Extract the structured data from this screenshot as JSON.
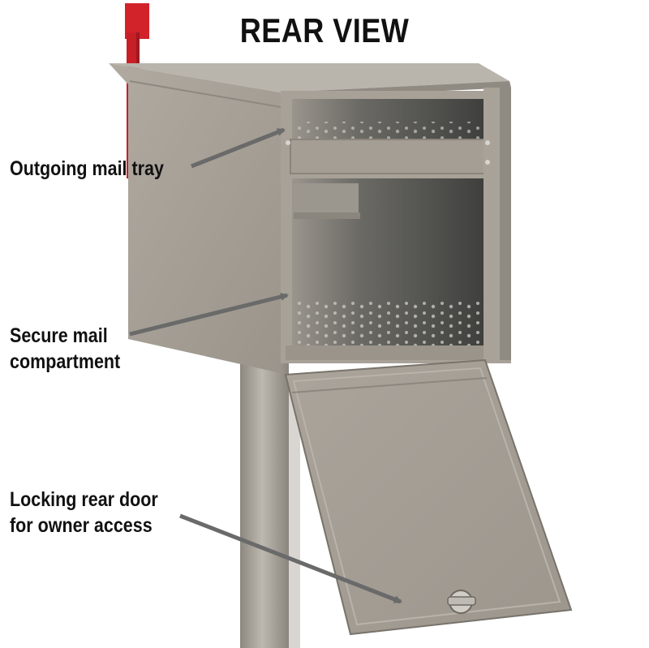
{
  "title": "REAR VIEW",
  "callouts": {
    "tray": [
      "Outgoing mail tray"
    ],
    "compartment": [
      "Secure mail",
      "compartment"
    ],
    "door": [
      "Locking rear door",
      "for owner access"
    ]
  },
  "colors": {
    "metal": "#a49e95",
    "metal_dark": "#7d776f",
    "interior": "#545551",
    "flag": "#d2232a",
    "arrow": "#6a6a6a"
  }
}
